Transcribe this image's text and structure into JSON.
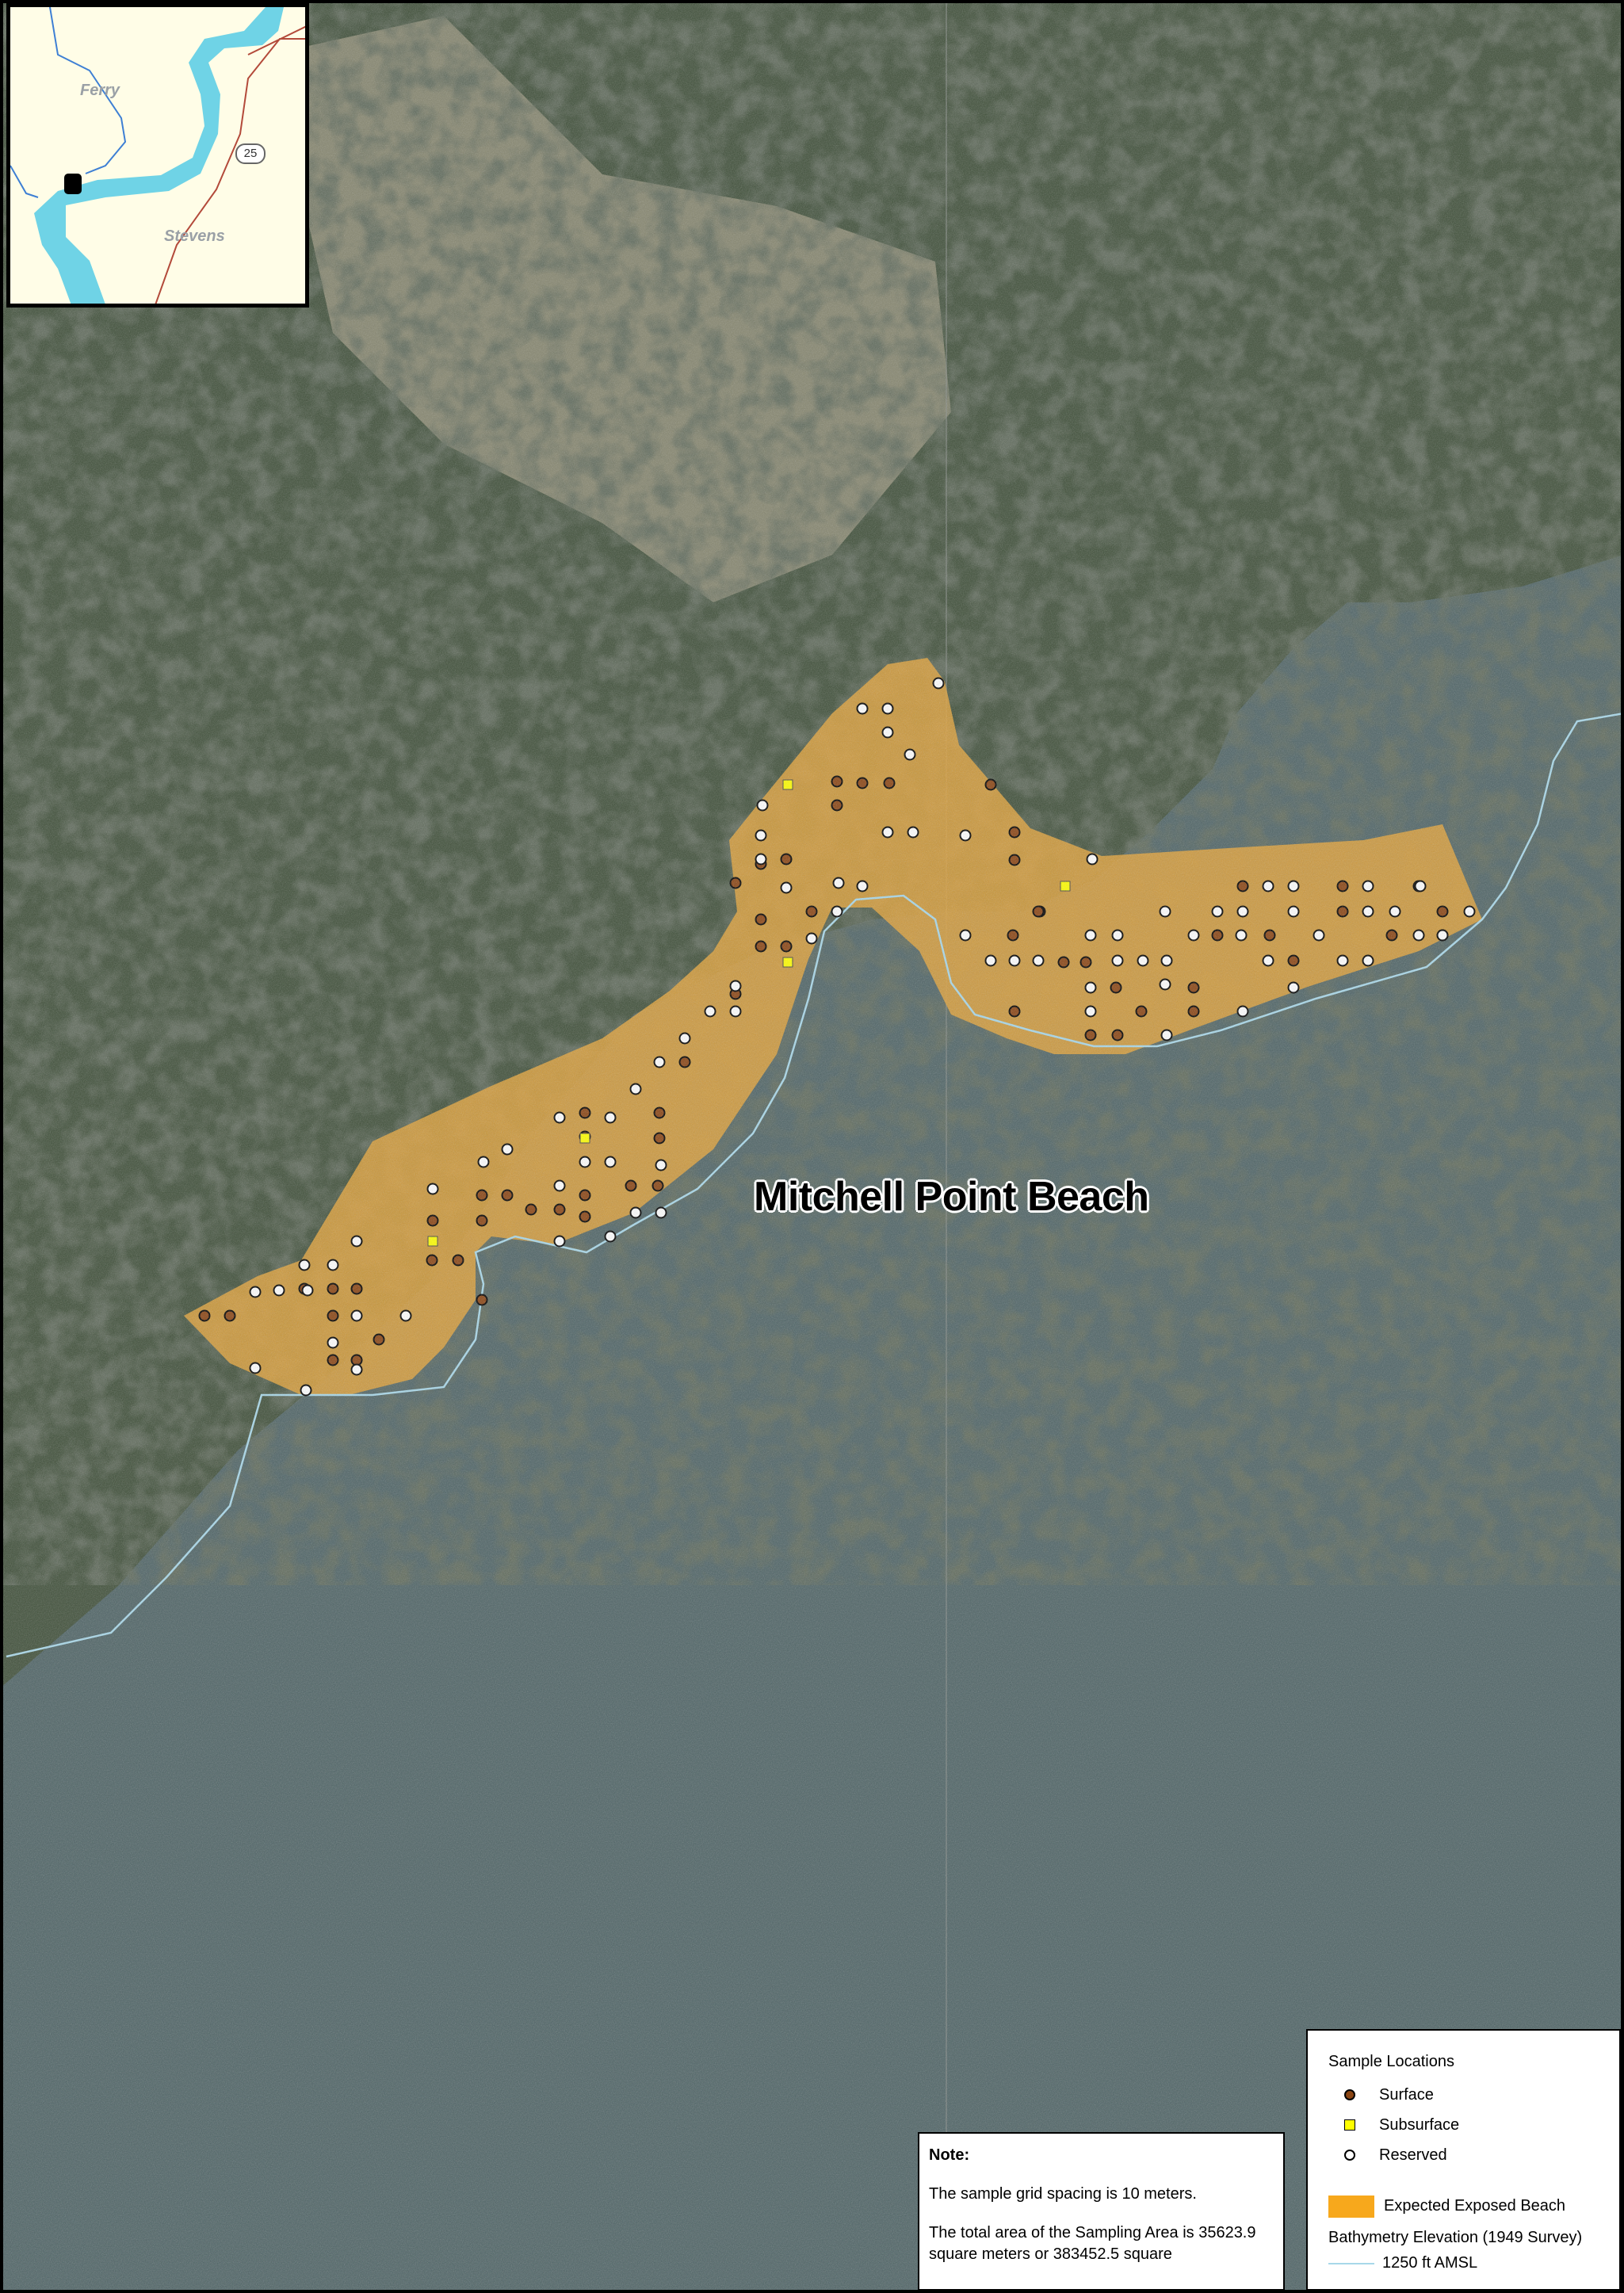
{
  "map": {
    "title": "Mitchell Point Beach",
    "colors": {
      "water": "#4f6466",
      "forest": "#40503a",
      "clearing": "#a49c86",
      "beach_polygon": "#e2a238",
      "contour": "#a8d8ea",
      "surface_point": "#8b4513",
      "subsurface_point": "#ffff00",
      "reserved_point": "#ffffff"
    }
  },
  "inset": {
    "labels": [
      "Ferry",
      "Stevens"
    ],
    "highway_shield": "25",
    "locator_icon": "black-rounded-square"
  },
  "note": {
    "heading": "Note:",
    "line1": "The sample grid spacing is 10 meters.",
    "line2": "The total area of the Sampling Area is 35623.9 square meters or 383452.5 square"
  },
  "legend": {
    "heading": "Sample Locations",
    "items": [
      {
        "label": "Surface",
        "symbol": "circle",
        "color": "#8b4513"
      },
      {
        "label": "Subsurface",
        "symbol": "square",
        "color": "#ffff00"
      },
      {
        "label": "Reserved",
        "symbol": "circle",
        "color": "#ffffff"
      }
    ],
    "beach_label": "Expected Exposed Beach",
    "bathymetry_heading": "Bathymetry Elevation (1949 Survey)",
    "contour_label": "1250 ft AMSL"
  }
}
